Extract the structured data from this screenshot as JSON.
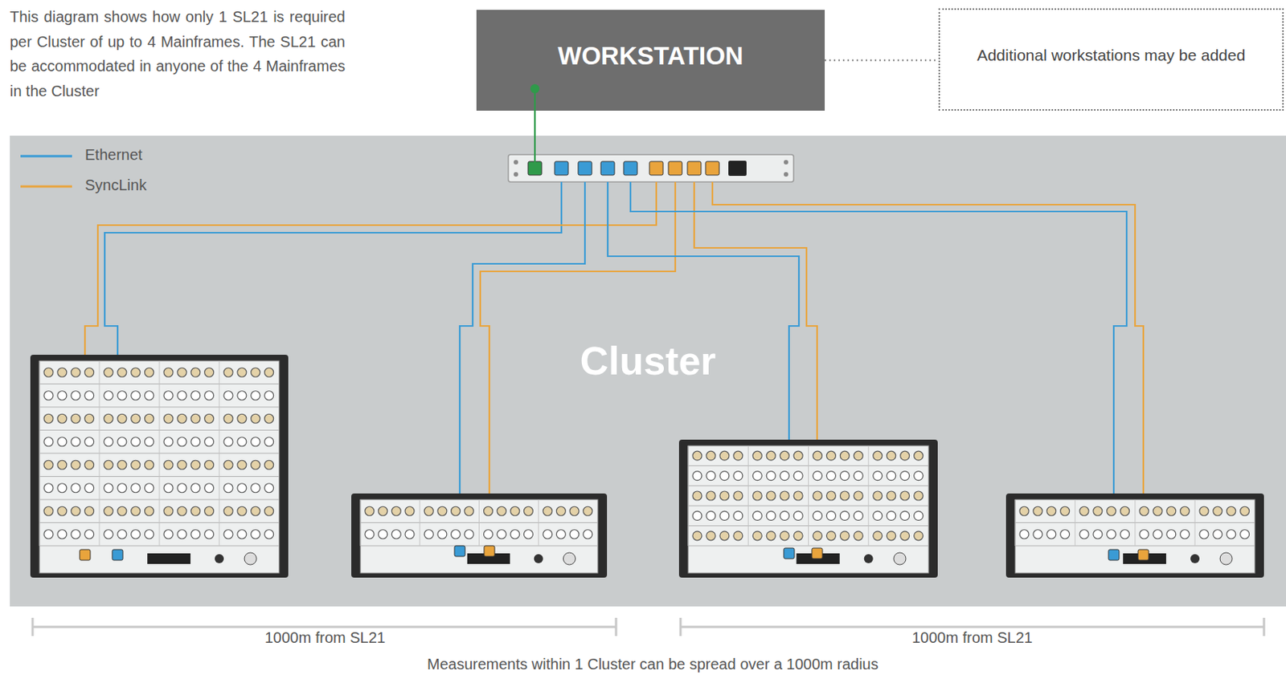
{
  "diagram": {
    "caption": "Measurements within 1 Cluster can be spread over a 1000m radius",
    "nodes": [
      {
        "text": [
          "WORKSTATION"
        ]
      },
      {
        "text": [
          "Additional workstations may be added"
        ]
      },
      {
        "text": [
          "Cluster"
        ]
      }
    ],
    "edges": [
      {
        "from": 0,
        "to": 1,
        "arrow": "none"
      }
    ],
    "labels": [
      "This diagram shows how only 1 SL21 is required per Cluster of up to 4 Mainframes. The SL21 can be accommodated in anyone of the 4 Mainframes in the Cluster",
      "1000m from SL21",
      "1000m from SL21"
    ],
    "legend": [
      {
        "text": "Ethernet"
      },
      {
        "text": "SyncLink"
      }
    ]
  }
}
